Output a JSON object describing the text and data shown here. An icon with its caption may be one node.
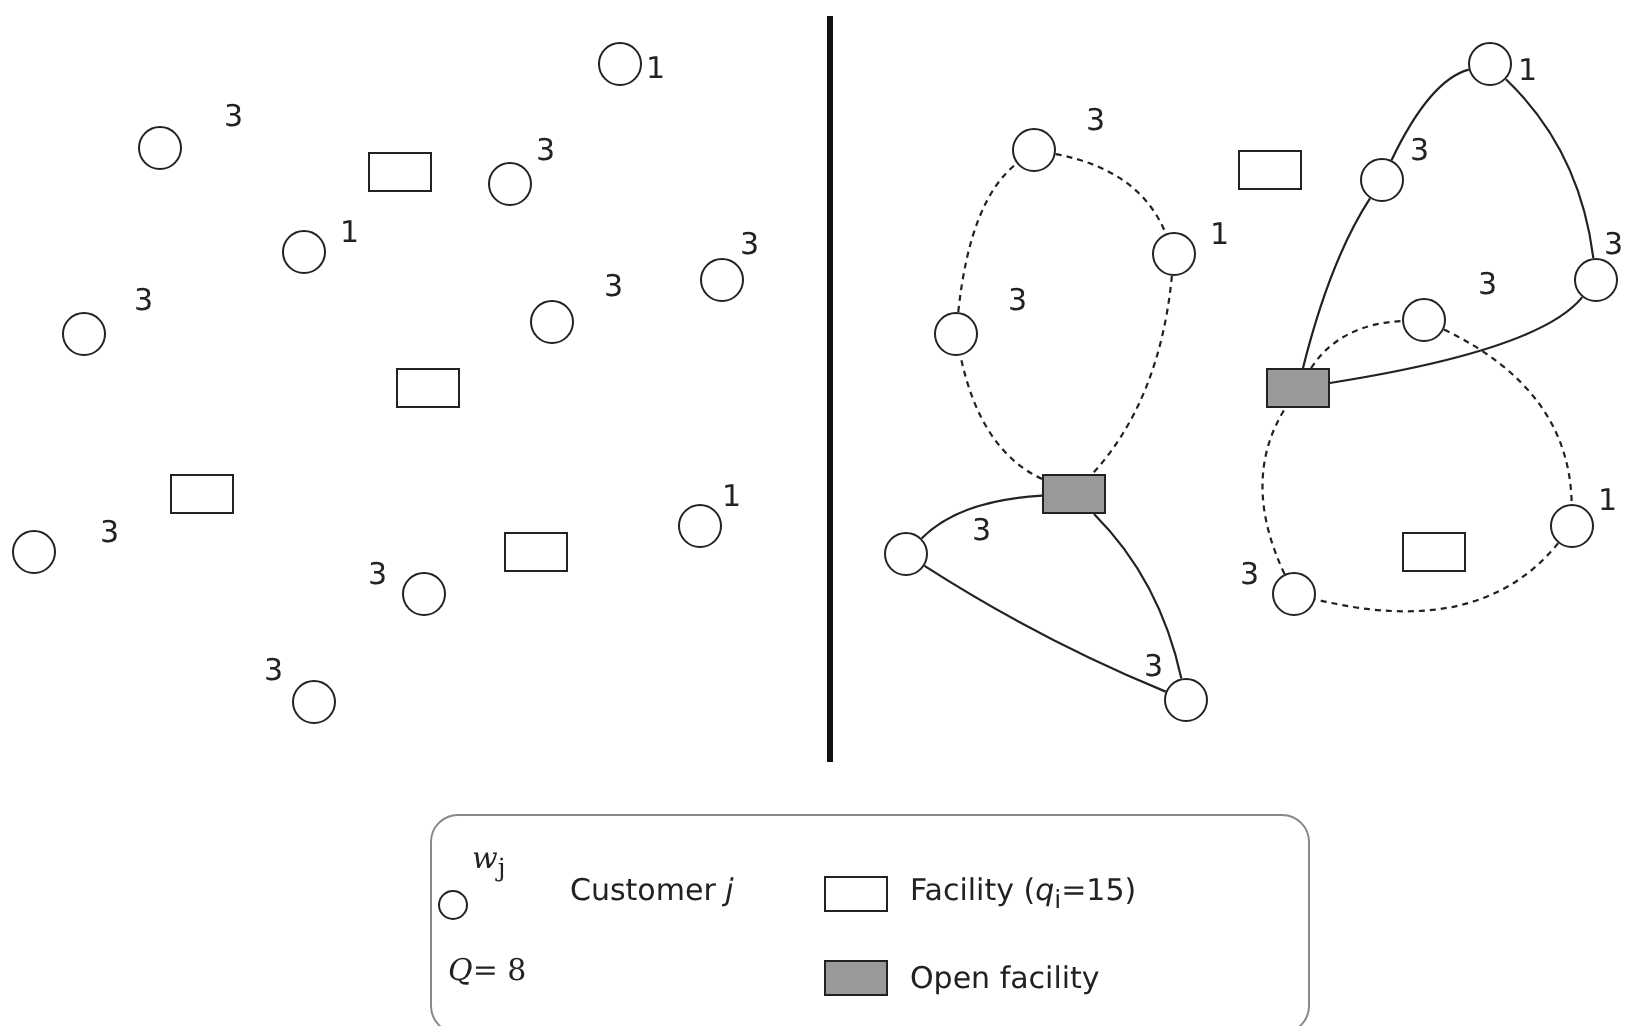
{
  "diagram": {
    "nodes": [
      {
        "text": [],
        "shape": "circle",
        "beside": [
          "1"
        ]
      },
      {
        "text": [],
        "shape": "circle",
        "beside": [
          "3"
        ]
      },
      {
        "text": [],
        "shape": "box"
      },
      {
        "text": [],
        "shape": "circle",
        "beside": [
          "3"
        ]
      },
      {
        "text": [],
        "shape": "circle",
        "beside": [
          "1"
        ]
      },
      {
        "text": [],
        "shape": "circle",
        "beside": [
          "3"
        ]
      },
      {
        "text": [],
        "shape": "circle",
        "beside": [
          "3"
        ]
      },
      {
        "text": [],
        "shape": "circle",
        "beside": [
          "3"
        ]
      },
      {
        "text": [],
        "shape": "box"
      },
      {
        "text": [],
        "shape": "box"
      },
      {
        "text": [],
        "shape": "circle",
        "beside": [
          "1"
        ]
      },
      {
        "text": [],
        "shape": "circle",
        "beside": [
          "3"
        ]
      },
      {
        "text": [],
        "shape": "box"
      },
      {
        "text": [],
        "shape": "circle",
        "beside": [
          "3"
        ]
      },
      {
        "text": [],
        "shape": "circle",
        "beside": [
          "3"
        ]
      },
      {
        "text": [],
        "shape": "circle",
        "beside": [
          "1"
        ]
      },
      {
        "text": [],
        "shape": "circle",
        "beside": [
          "3"
        ]
      },
      {
        "text": [],
        "shape": "box"
      },
      {
        "text": [],
        "shape": "circle",
        "beside": [
          "3"
        ]
      },
      {
        "text": [],
        "shape": "circle",
        "beside": [
          "1"
        ]
      },
      {
        "text": [],
        "shape": "circle",
        "beside": [
          "3"
        ]
      },
      {
        "text": [],
        "shape": "circle",
        "beside": [
          "3"
        ]
      },
      {
        "text": [],
        "shape": "circle",
        "beside": [
          "3"
        ]
      },
      {
        "text": [],
        "shape": "box"
      },
      {
        "text": [],
        "shape": "box"
      },
      {
        "text": [],
        "shape": "circle",
        "beside": [
          "1"
        ]
      },
      {
        "text": [],
        "shape": "box"
      },
      {
        "text": [],
        "shape": "circle",
        "beside": [
          "3"
        ]
      },
      {
        "text": [],
        "shape": "circle",
        "beside": [
          "3"
        ]
      },
      {
        "text": [],
        "shape": "circle",
        "beside": [
          "3"
        ]
      }
    ],
    "edges": [
      {
        "from": 24,
        "to": 22,
        "arrow": "none",
        "style": "dashed"
      },
      {
        "from": 22,
        "to": 16,
        "arrow": "none",
        "style": "dashed"
      },
      {
        "from": 16,
        "to": 19,
        "arrow": "none",
        "style": "dashed"
      },
      {
        "from": 19,
        "to": 24,
        "arrow": "none",
        "style": "dashed"
      },
      {
        "from": 24,
        "to": 27,
        "arrow": "none"
      },
      {
        "from": 27,
        "to": 29,
        "arrow": "none"
      },
      {
        "from": 29,
        "to": 24,
        "arrow": "none"
      },
      {
        "from": 23,
        "to": 18,
        "arrow": "none"
      },
      {
        "from": 18,
        "to": 15,
        "arrow": "none"
      },
      {
        "from": 15,
        "to": 20,
        "arrow": "none"
      },
      {
        "from": 20,
        "to": 23,
        "arrow": "none"
      },
      {
        "from": 23,
        "to": 21,
        "arrow": "none",
        "style": "dashed"
      },
      {
        "from": 21,
        "to": 25,
        "arrow": "none",
        "style": "dashed"
      },
      {
        "from": 25,
        "to": 28,
        "arrow": "none",
        "style": "dashed"
      },
      {
        "from": 28,
        "to": 23,
        "arrow": "none",
        "style": "dashed"
      }
    ],
    "labels": [
      "*w*$_{j}$",
      "*Q*= 8"
    ],
    "legend": [
      {
        "text": "Customer *j*"
      },
      {
        "text": "Facility  (*q*$_{i}$=15)",
        "color": "#ffffff"
      },
      {
        "text": "Open facility",
        "color": "#999999"
      }
    ]
  }
}
